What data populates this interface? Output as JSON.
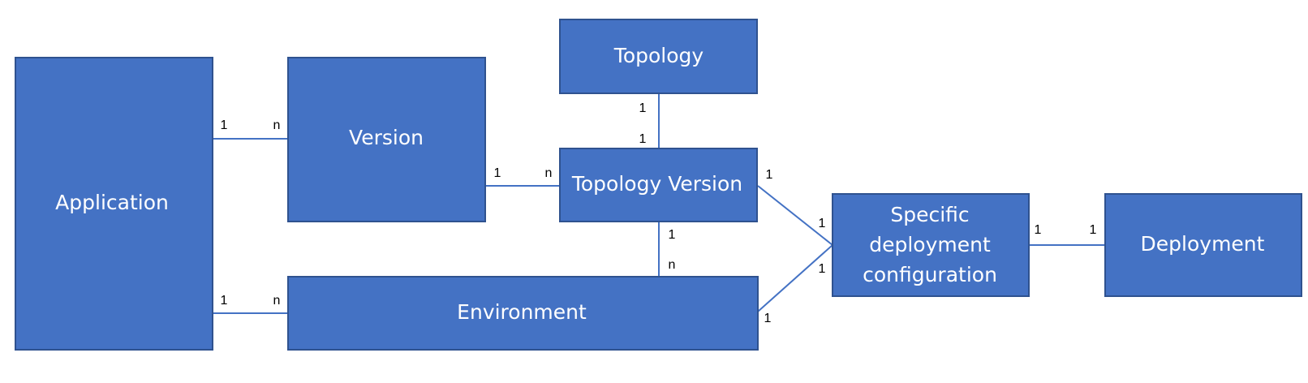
{
  "entities": {
    "application": "Application",
    "version": "Version",
    "topology": "Topology",
    "topology_version": "Topology Version",
    "environment": "Environment",
    "specific_deployment_configuration": [
      "Specific",
      "deployment",
      "configuration"
    ],
    "deployment": "Deployment"
  },
  "cardinalities": {
    "application_version": [
      "1",
      "n"
    ],
    "application_environment": [
      "1",
      "n"
    ],
    "version_topology_version": [
      "1",
      "n"
    ],
    "topology_topology_version": [
      "1",
      "1"
    ],
    "topology_version_environment": [
      "1",
      "n"
    ],
    "topology_version_specific_config": [
      "1",
      "1"
    ],
    "environment_specific_config": [
      "1",
      "1"
    ],
    "specific_config_deployment": [
      "1",
      "1"
    ]
  },
  "colors": {
    "box_fill": "#4472C4",
    "box_border": "#2F528F",
    "connector": "#4472C4",
    "label_text": "#FFFFFF",
    "cardinality_text": "#000000"
  }
}
